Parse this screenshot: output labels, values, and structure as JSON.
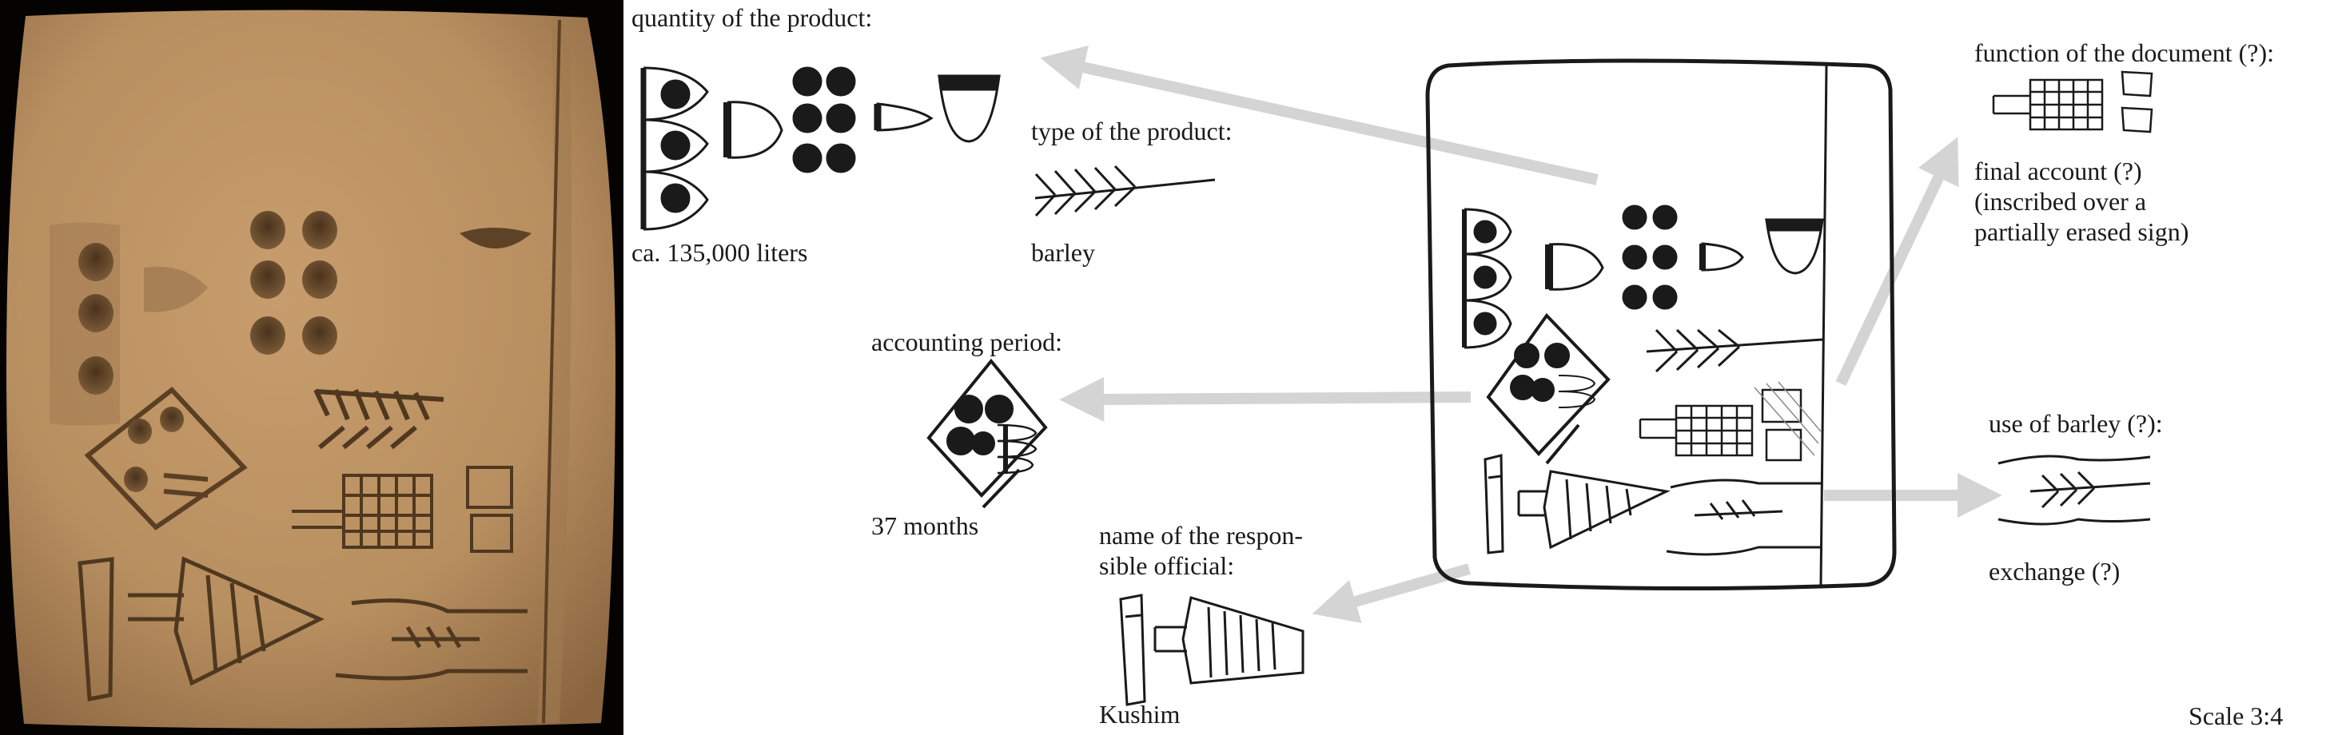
{
  "labels": {
    "quantity_title": "quantity of the product:",
    "quantity_value": "ca. 135,000 liters",
    "type_title": "type of the product:",
    "type_value": "barley",
    "period_title": "accounting period:",
    "period_value": "37 months",
    "official_title_line1": "name of the respon-",
    "official_title_line2": "sible official:",
    "official_value": "Kushim",
    "function_title": "function of the document (?):",
    "function_value_line1": "final account (?)",
    "function_value_line2": "(inscribed over a",
    "function_value_line3": "partially erased sign)",
    "use_title": "use of barley (?):",
    "use_value": "exchange (?)",
    "scale": "Scale 3:4"
  },
  "colors": {
    "clay": "#b88f60",
    "clay_shadow": "#7a5a38",
    "photo_background": "#050302",
    "arrow": "#d4d4d4",
    "ink": "#1a1a1a"
  },
  "icons": [
    "clay-tablet-photo",
    "tablet-line-drawing",
    "number-signs-icon",
    "barley-sign-icon",
    "accounting-period-sign-icon",
    "kushim-sign-icon",
    "final-account-sign-icon",
    "exchange-sign-icon"
  ]
}
